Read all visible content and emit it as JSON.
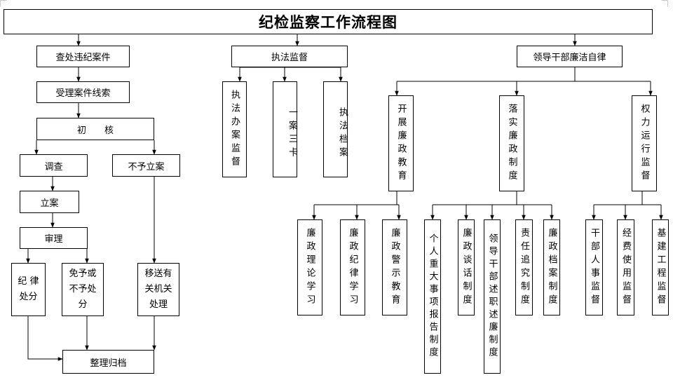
{
  "title": "纪检监察工作流程图",
  "branches": {
    "case": {
      "root": "查处违纪案件",
      "accept": "受理案件线索",
      "preliminary": "初　　核",
      "investigate": "调查",
      "not_filed": "不予立案",
      "file_case": "立案",
      "review": "审理",
      "discipline": "纪 律\n处分",
      "exempt": "免予或\n不予处\n分",
      "transfer": "移送有\n关机关\n处理",
      "archive": "整理归档"
    },
    "supervision": {
      "root": "执法监督",
      "items": [
        "执法办案监督",
        "一案三卡",
        "执法档案"
      ]
    },
    "self_discipline": {
      "root": "领导干部廉洁自律",
      "education": {
        "label": "开展廉政教育",
        "items": [
          "廉政理论学习",
          "廉政纪律学习",
          "廉政警示教育"
        ]
      },
      "system": {
        "label": "落实廉政制度",
        "items": [
          "个人重大事项报告制度",
          "廉政谈话制度",
          "领导干部述职述廉制度",
          "责任追究制度",
          "廉政档案制度"
        ]
      },
      "power": {
        "label": "权力运行监督",
        "items": [
          "干部人事监督",
          "经费使用监督",
          "基建工程监督"
        ]
      }
    }
  }
}
